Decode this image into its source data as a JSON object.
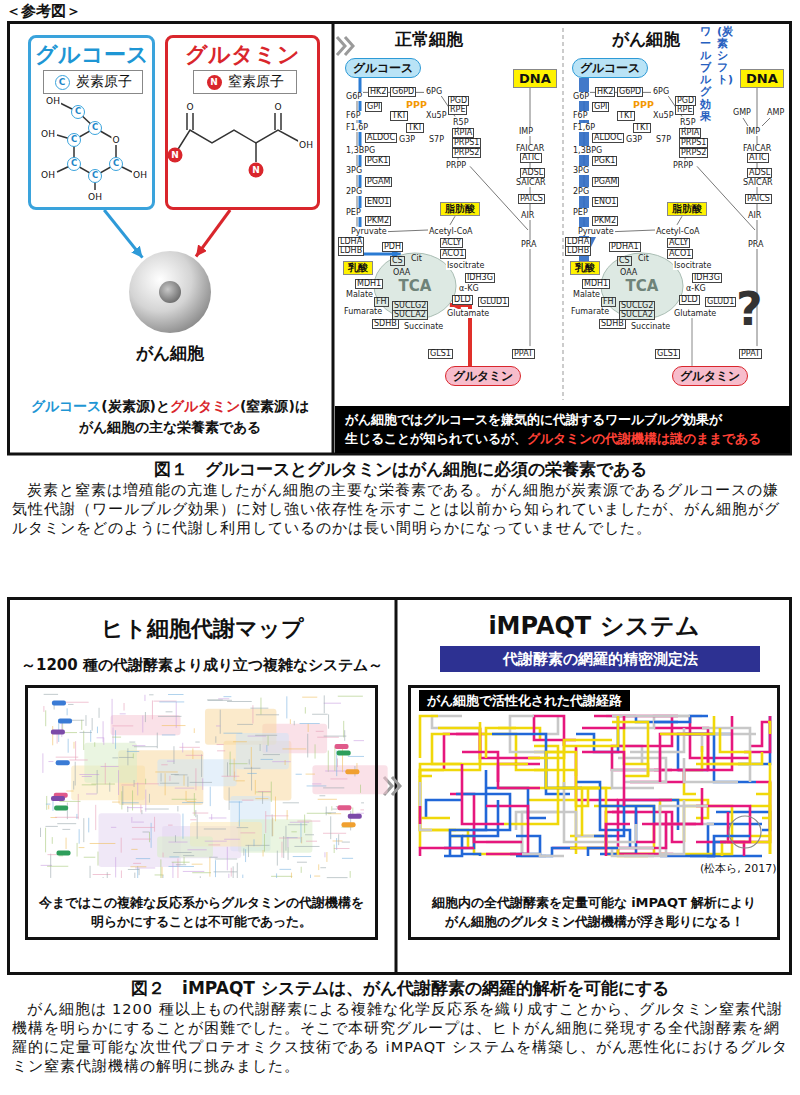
{
  "diagram": {
    "title": "＜参考図＞",
    "nodes": [
      {
        "text": [
          "グルコース"
        ]
      },
      {
        "text": [
          "C",
          "炭素原子"
        ],
        "in": 0
      },
      {
        "text": [
          "グルタミン"
        ]
      },
      {
        "text": [
          "N",
          "窒素原子"
        ],
        "in": 2
      },
      {
        "text": [
          "がん細胞"
        ]
      },
      {
        "text": [
          "グルコース"
        ]
      },
      {
        "text": [
          "DNA"
        ]
      },
      {
        "text": [
          "脂肪酸"
        ]
      },
      {
        "text": [
          "乳酸"
        ]
      },
      {
        "text": [
          "TCA"
        ]
      },
      {
        "text": [
          "グルタミン"
        ]
      },
      {
        "text": [
          "グルコース"
        ]
      },
      {
        "text": [
          "DNA"
        ]
      },
      {
        "text": [
          "脂肪酸"
        ]
      },
      {
        "text": [
          "乳酸"
        ]
      },
      {
        "text": [
          "TCA"
        ]
      },
      {
        "text": [
          "グルタミン"
        ]
      },
      {
        "text": [
          "がん細胞ではグルコースを嫌気的に代謝するワールブルグ効果が 生じることが知られているが、",
          "グルタミンの代謝機構は謎のままである"
        ]
      },
      {
        "text": [
          "ヒト細胞代謝マップ",
          "～1200 種の代謝酵素より成り立つ複雑なシステム～"
        ]
      },
      {
        "text": [
          "今まではこの複雑な反応系からグルタミンの代謝機構を 明らかにすることは不可能であった。"
        ],
        "in": 18
      },
      {
        "text": [
          "iMPAQT システム"
        ]
      },
      {
        "text": [
          "代謝酵素の網羅的精密測定法"
        ],
        "in": 20
      },
      {
        "text": [
          "細胞内の全代謝酵素を定量可能な iMPAQT 解析により がん細胞のグルタミン代謝機構が浮き彫りになる！"
        ],
        "in": 20
      },
      {
        "text": [
          "がん細胞で活性化された代謝経路"
        ],
        "in": 22
      }
    ],
    "edges": [
      {
        "from": 0,
        "to": 4,
        "arrow": "to"
      },
      {
        "from": 2,
        "to": 4,
        "arrow": "to"
      },
      {
        "from": 5,
        "to": 9,
        "arrow": "to"
      },
      {
        "from": 10,
        "to": 9,
        "arrow": "to"
      },
      {
        "from": 11,
        "to": 14,
        "arrow": "to"
      }
    ],
    "labels": [
      "C",
      "C",
      "C",
      "C",
      "C",
      "C",
      "O",
      "OH",
      "OH",
      "OH",
      "OH",
      "OH",
      "O",
      "N",
      "N",
      "O",
      "OH",
      "グルコース",
      "(炭素源)と",
      "グルタミン",
      "(窒素源)は",
      "がん細胞の主な栄養素である",
      "正常細胞",
      "G6P",
      "HK2",
      "G6PD",
      "6PG",
      "PGD",
      "RPE",
      "GPI",
      "F6P",
      "PPP",
      "TKT",
      "Xu5P",
      "F1,6P",
      "TKT",
      "ALDOC",
      "G3P",
      "S7P",
      "R5P",
      "RPIA",
      "PRPS1",
      "PRPS2",
      "PRPP",
      "1,3BPG",
      "PGK1",
      "3PG",
      "PGAM",
      "2PG",
      "ENO1",
      "PEP",
      "PKM2",
      "Pyruvate",
      "Acetyl-CoA",
      "ACLY",
      "LDHA",
      "LDHB",
      "PDH",
      "CS",
      "Cit",
      "ACO1",
      "MDH1",
      "OAA",
      "Isocitrate",
      "IDH3G",
      "Malate",
      "α-KG",
      "FH",
      "DLD",
      "GLUD1",
      "Fumarate",
      "SUCLG2",
      "SUCLA2",
      "Glutamate",
      "SDHB",
      "Succinate",
      "GLS1",
      "PPAT",
      "IMP",
      "FAICAR",
      "ATIC",
      "ADSL",
      "SAICAR",
      "PAICS",
      "AIR",
      "PRA",
      "がん細胞",
      "G6P",
      "HK2",
      "G6PD",
      "6PG",
      "PGD",
      "RPE",
      "GPI",
      "F6P",
      "PPP",
      "TKT",
      "Xu5P",
      "F1,6P",
      "TKT",
      "ALDOC",
      "G3P",
      "S7P",
      "R5P",
      "RPIA",
      "PRPS1",
      "PRPS2",
      "PRPP",
      "1,3BPG",
      "PGK1",
      "3PG",
      "PGAM",
      "2PG",
      "ENO1",
      "PEP",
      "PKM2",
      "Pyruvate",
      "Acetyl-CoA",
      "ACLY",
      "LDHA",
      "LDHB",
      "PDHA1",
      "CS",
      "Cit",
      "ACO1",
      "MDH1",
      "OAA",
      "Isocitrate",
      "IDH3G",
      "Malate",
      "α-KG",
      "FH",
      "DLD",
      "GLUD1",
      "Fumarate",
      "SUCLG2",
      "SUCLA2",
      "Glutamate",
      "SDHB",
      "Succinate",
      "GLS1",
      "PPAT",
      "IMP",
      "FAICAR",
      "ATIC",
      "ADSL",
      "SAICAR",
      "PAICS",
      "AIR",
      "PRA",
      "ワールブルグ効果",
      "(炭素シフト)",
      "GMP",
      "AMP",
      "?",
      "図１　グルコースとグルタミンはがん細胞に必須の栄養素である",
      "炭素と窒素は増殖能の亢進したがん細胞の主要な栄養素である。がん細胞が炭素源であるグルコースの嫌気性代謝（ワールブルグ効果）に対し強い依存性を示すことは以前から知られていましたが、がん細胞がグルタミンをどのように代謝し利用しているのかは長い間明らかになっていませんでした。",
      "(松本ら, 2017)",
      "図２　iMPAQT システムは、がん代謝酵素の網羅的解析を可能にする",
      "がん細胞は 1200 種以上もの代謝酵素による複雑な化学反応系を織り成すことから、グルタミン窒素代謝機構を明らかにすることが困難でした。そこで本研究グループは、ヒトがん細胞に発現する全代謝酵素を網羅的に定量可能な次世代プロテオミクス技術である iMPAQT システムを構築し、がん悪性化におけるグルタミン窒素代謝機構の解明に挑みました。"
    ]
  }
}
